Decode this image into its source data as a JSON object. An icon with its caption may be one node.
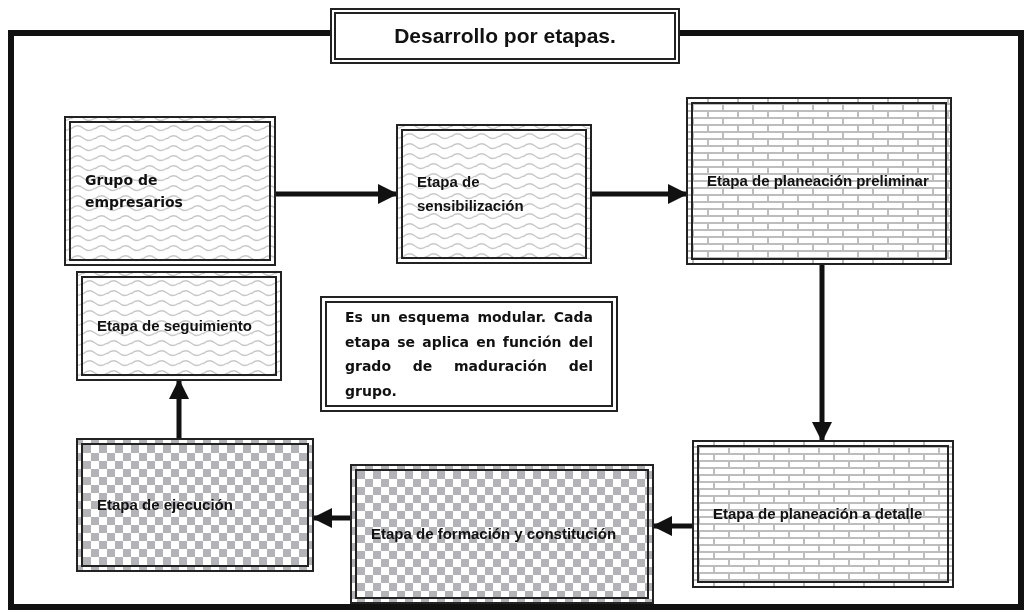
{
  "diagram": {
    "title": "Desarrollo por etapas.",
    "nodes": [
      {
        "text": [
          "Grupo de empresarios"
        ]
      },
      {
        "text": [
          "Etapa de sensibilización"
        ]
      },
      {
        "text": [
          "Etapa de planeación preliminar"
        ]
      },
      {
        "text": [
          "Es un esquema modular. Cada etapa se aplica en función del grado de maduración del grupo."
        ]
      },
      {
        "text": [
          "Etapa de planeación a detalle"
        ]
      },
      {
        "text": [
          "Etapa de formación y constitución"
        ]
      },
      {
        "text": [
          "Etapa de ejecución"
        ]
      },
      {
        "text": [
          "Etapa de seguimiento"
        ]
      }
    ],
    "edges": [
      {
        "from": 0,
        "to": 1,
        "arrow": "to"
      },
      {
        "from": 1,
        "to": 2,
        "arrow": "to"
      },
      {
        "from": 2,
        "to": 4,
        "arrow": "to"
      },
      {
        "from": 4,
        "to": 5,
        "arrow": "to"
      },
      {
        "from": 5,
        "to": 6,
        "arrow": "to"
      },
      {
        "from": 6,
        "to": 7,
        "arrow": "to"
      }
    ]
  }
}
